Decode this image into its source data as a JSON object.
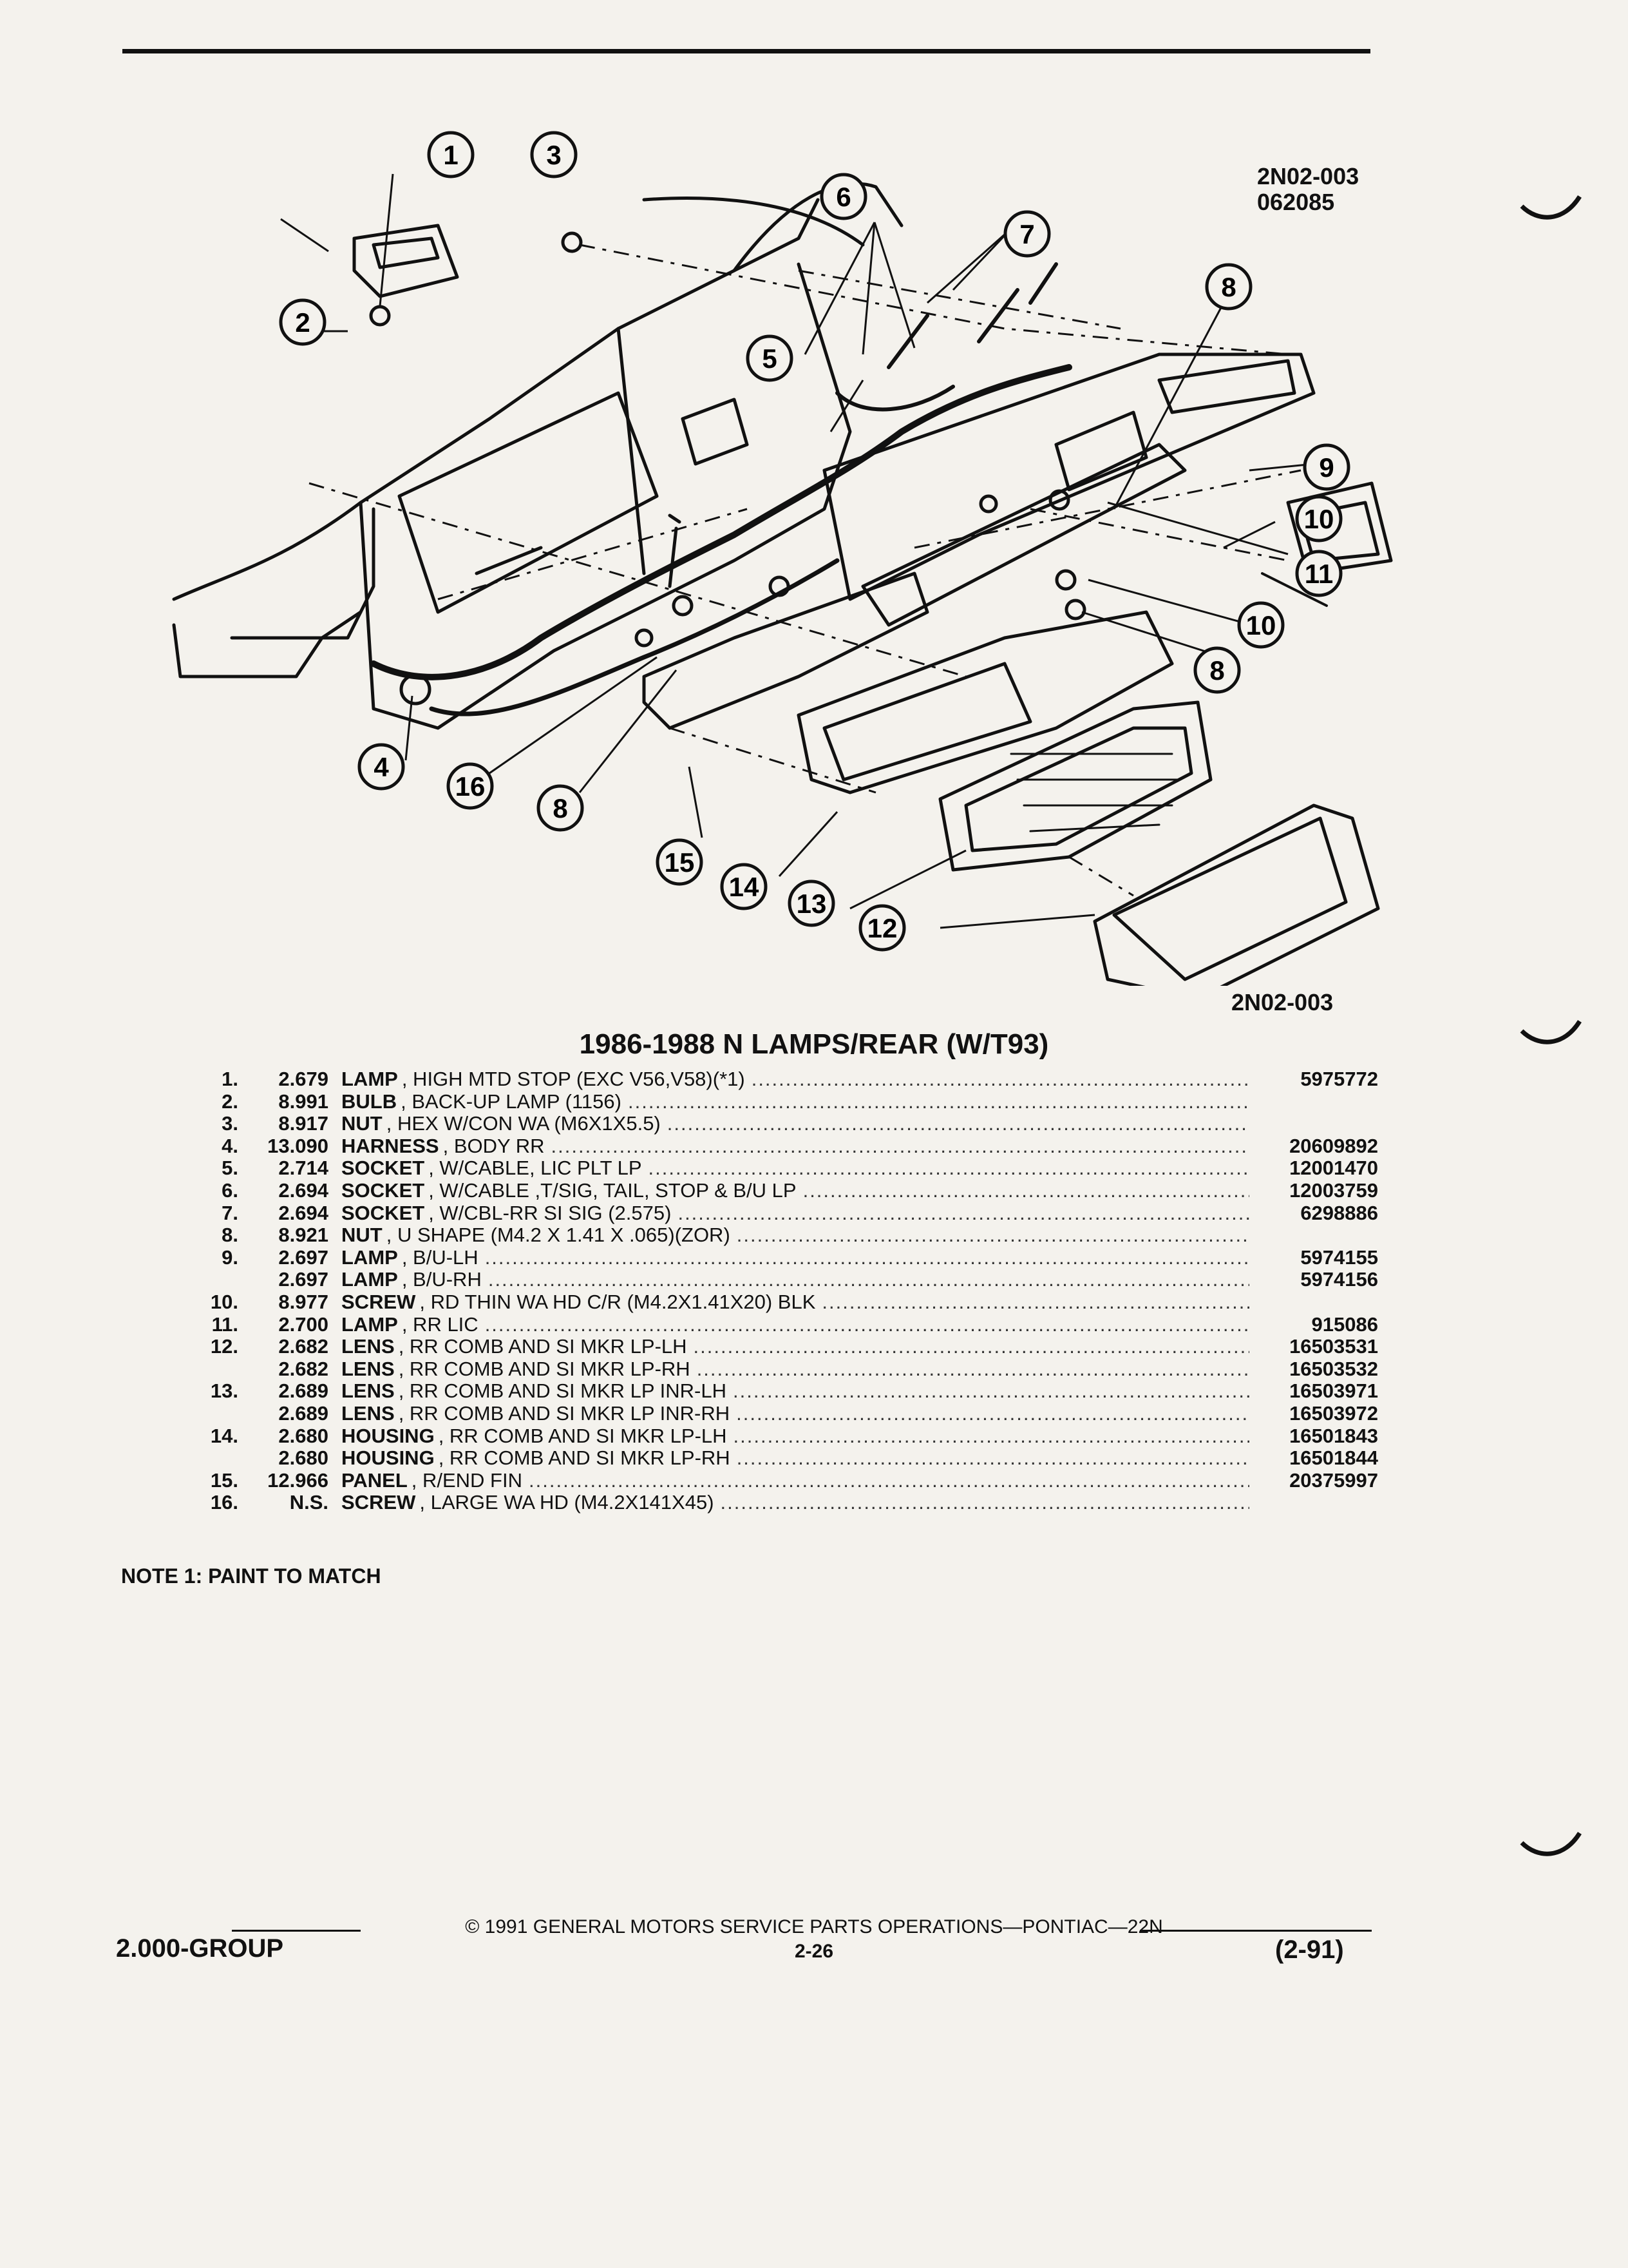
{
  "diagram": {
    "ref_code_top": "2N02-003",
    "ref_date": "062085",
    "ref_code_bottom": "2N02-003",
    "callouts": [
      "1",
      "2",
      "3",
      "4",
      "5",
      "6",
      "7",
      "8",
      "9",
      "10",
      "11",
      "12",
      "13",
      "14",
      "15",
      "16"
    ]
  },
  "title": "1986-1988 N LAMPS/REAR (W/T93)",
  "parts": [
    {
      "idx": "1.",
      "code": "2.679",
      "name": "LAMP",
      "desc": ", HIGH MTD STOP (EXC V56,V58)(*1)",
      "pn": "5975772"
    },
    {
      "idx": "2.",
      "code": "8.991",
      "name": "BULB",
      "desc": ", BACK-UP LAMP (1156)",
      "pn": ""
    },
    {
      "idx": "3.",
      "code": "8.917",
      "name": "NUT",
      "desc": ", HEX W/CON WA (M6X1X5.5)",
      "pn": ""
    },
    {
      "idx": "4.",
      "code": "13.090",
      "name": "HARNESS",
      "desc": ", BODY RR",
      "pn": "20609892"
    },
    {
      "idx": "5.",
      "code": "2.714",
      "name": "SOCKET",
      "desc": ", W/CABLE, LIC PLT LP",
      "pn": "12001470"
    },
    {
      "idx": "6.",
      "code": "2.694",
      "name": "SOCKET",
      "desc": ", W/CABLE ,T/SIG, TAIL, STOP & B/U LP",
      "pn": "12003759"
    },
    {
      "idx": "7.",
      "code": "2.694",
      "name": "SOCKET",
      "desc": ", W/CBL-RR SI SIG (2.575)",
      "pn": "6298886"
    },
    {
      "idx": "8.",
      "code": "8.921",
      "name": "NUT",
      "desc": ", U SHAPE (M4.2 X 1.41 X .065)(ZOR)",
      "pn": ""
    },
    {
      "idx": "9.",
      "code": "2.697",
      "name": "LAMP",
      "desc": ", B/U-LH",
      "pn": "5974155"
    },
    {
      "idx": "",
      "code": "2.697",
      "name": "LAMP",
      "desc": ", B/U-RH",
      "pn": "5974156"
    },
    {
      "idx": "10.",
      "code": "8.977",
      "name": "SCREW",
      "desc": ", RD THIN WA HD C/R (M4.2X1.41X20) BLK",
      "pn": ""
    },
    {
      "idx": "11.",
      "code": "2.700",
      "name": "LAMP",
      "desc": ", RR LIC",
      "pn": "915086"
    },
    {
      "idx": "12.",
      "code": "2.682",
      "name": "LENS",
      "desc": ", RR COMB AND SI MKR LP-LH",
      "pn": "16503531"
    },
    {
      "idx": "",
      "code": "2.682",
      "name": "LENS",
      "desc": ", RR COMB AND SI MKR LP-RH",
      "pn": "16503532"
    },
    {
      "idx": "13.",
      "code": "2.689",
      "name": "LENS",
      "desc": ", RR COMB AND SI MKR LP INR-LH",
      "pn": "16503971"
    },
    {
      "idx": "",
      "code": "2.689",
      "name": "LENS",
      "desc": ", RR COMB AND SI MKR LP INR-RH",
      "pn": "16503972"
    },
    {
      "idx": "14.",
      "code": "2.680",
      "name": "HOUSING",
      "desc": ", RR COMB AND SI MKR LP-LH",
      "pn": "16501843"
    },
    {
      "idx": "",
      "code": "2.680",
      "name": "HOUSING",
      "desc": ", RR COMB AND SI MKR LP-RH",
      "pn": "16501844"
    },
    {
      "idx": "15.",
      "code": "12.966",
      "name": "PANEL",
      "desc": ", R/END FIN",
      "pn": "20375997"
    },
    {
      "idx": "16.",
      "code": "N.S.",
      "name": "SCREW",
      "desc": ", LARGE WA HD (M4.2X141X45)",
      "pn": ""
    }
  ],
  "note": "NOTE  1:  PAINT TO MATCH",
  "footer": {
    "copyright": "© 1991 GENERAL MOTORS SERVICE PARTS OPERATIONS—PONTIAC—22N",
    "page": "2-26",
    "group": "2.000-GROUP",
    "date": "(2-91)"
  }
}
